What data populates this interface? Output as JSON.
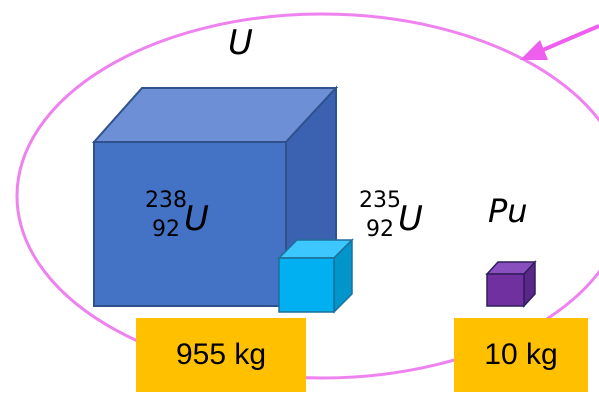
{
  "labels": {
    "uranium_group": "U",
    "u238": {
      "mass_number": "238",
      "atomic_number": "92",
      "symbol": "U"
    },
    "u235": {
      "mass_number": "235",
      "atomic_number": "92",
      "symbol": "U"
    },
    "plutonium": "Pu"
  },
  "masses": {
    "uranium": "955 kg",
    "plutonium": "10 kg"
  },
  "colors": {
    "ellipse": "#ee82ee",
    "arrow": "#ee5fee",
    "u238_cube": "#4472c4",
    "u235_cube": "#00b0f0",
    "pu_cube": "#7030a0",
    "mass_box": "#ffc000"
  }
}
